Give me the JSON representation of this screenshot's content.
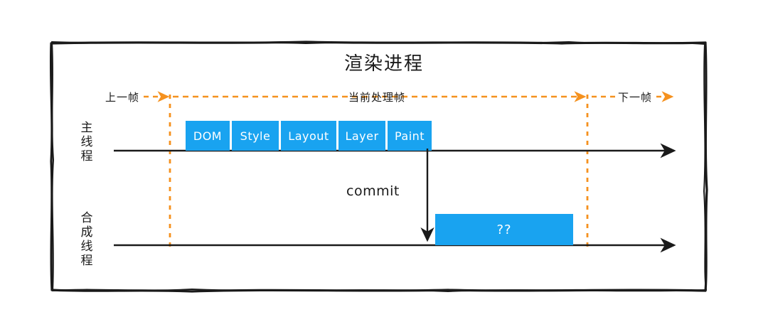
{
  "diagram": {
    "title": "渲染进程",
    "frame_markers": {
      "previous": "上一帧",
      "current": "当前处理帧",
      "next": "下一帧"
    },
    "lanes": [
      {
        "id": "main-thread",
        "label": "主线程"
      },
      {
        "id": "compositor-thread",
        "label": "合成线程"
      }
    ],
    "pipeline_stages": [
      {
        "key": "dom",
        "label": "DOM"
      },
      {
        "key": "style",
        "label": "Style"
      },
      {
        "key": "layout",
        "label": "Layout"
      },
      {
        "key": "layer",
        "label": "Layer"
      },
      {
        "key": "paint",
        "label": "Paint"
      }
    ],
    "commit": {
      "label": "commit"
    },
    "compositor_task": {
      "label": "??"
    },
    "colors": {
      "stage_fill": "#19A3F0",
      "stage_text": "#FFFFFF",
      "frame_marker": "#F5911E",
      "timeline": "#1A1A1A",
      "border": "#1A1A1A",
      "background": "#FFFFFF"
    }
  }
}
